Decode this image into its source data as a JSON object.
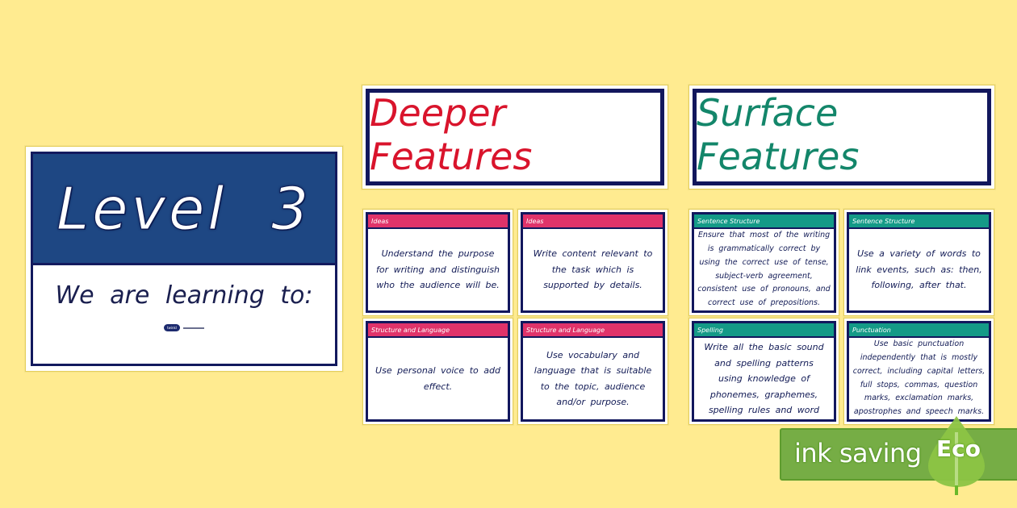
{
  "colors": {
    "background": "#ffeb90",
    "navy": "#1e4783",
    "border": "#12175d",
    "deeper_red": "#d9142c",
    "surface_green": "#13866a",
    "pink_header": "#e0336a",
    "teal_header": "#149a87",
    "eco_green": "#76ad45"
  },
  "level_card": {
    "title": "Level 3",
    "subtitle": "We are learning to:",
    "logo": "twinkl"
  },
  "headings": {
    "deeper": "Deeper Features",
    "surface": "Surface Features"
  },
  "deeper_cards": [
    {
      "category": "Ideas",
      "text": "Understand the purpose for writing and distinguish who the audience will be."
    },
    {
      "category": "Ideas",
      "text": "Write content relevant to the task which is supported by details."
    },
    {
      "category": "Structure and Language",
      "text": "Use personal voice to add effect."
    },
    {
      "category": "Structure and Language",
      "text": "Use vocabulary and language that is suitable to the topic, audience and/or purpose."
    }
  ],
  "surface_cards": [
    {
      "category": "Sentence Structure",
      "text": "Ensure that most of the writing is grammatically correct by using the correct use of tense, subject-verb agreement, consistent use of pronouns, and correct use of prepositions."
    },
    {
      "category": "Sentence Structure",
      "text": "Use a variety of words to link events, such as: then, following, after that."
    },
    {
      "category": "Spelling",
      "text": "Write all the basic sound and spelling patterns using knowledge of phonemes, graphemes, spelling rules and word conventions."
    },
    {
      "category": "Punctuation",
      "text": "Use basic punctuation independently that is mostly correct, including capital letters, full stops, commas, question marks, exclamation marks, apostrophes and speech marks."
    }
  ],
  "eco_badge": {
    "label": "ink saving",
    "badge": "Eco",
    "icon": "leaf-icon"
  }
}
